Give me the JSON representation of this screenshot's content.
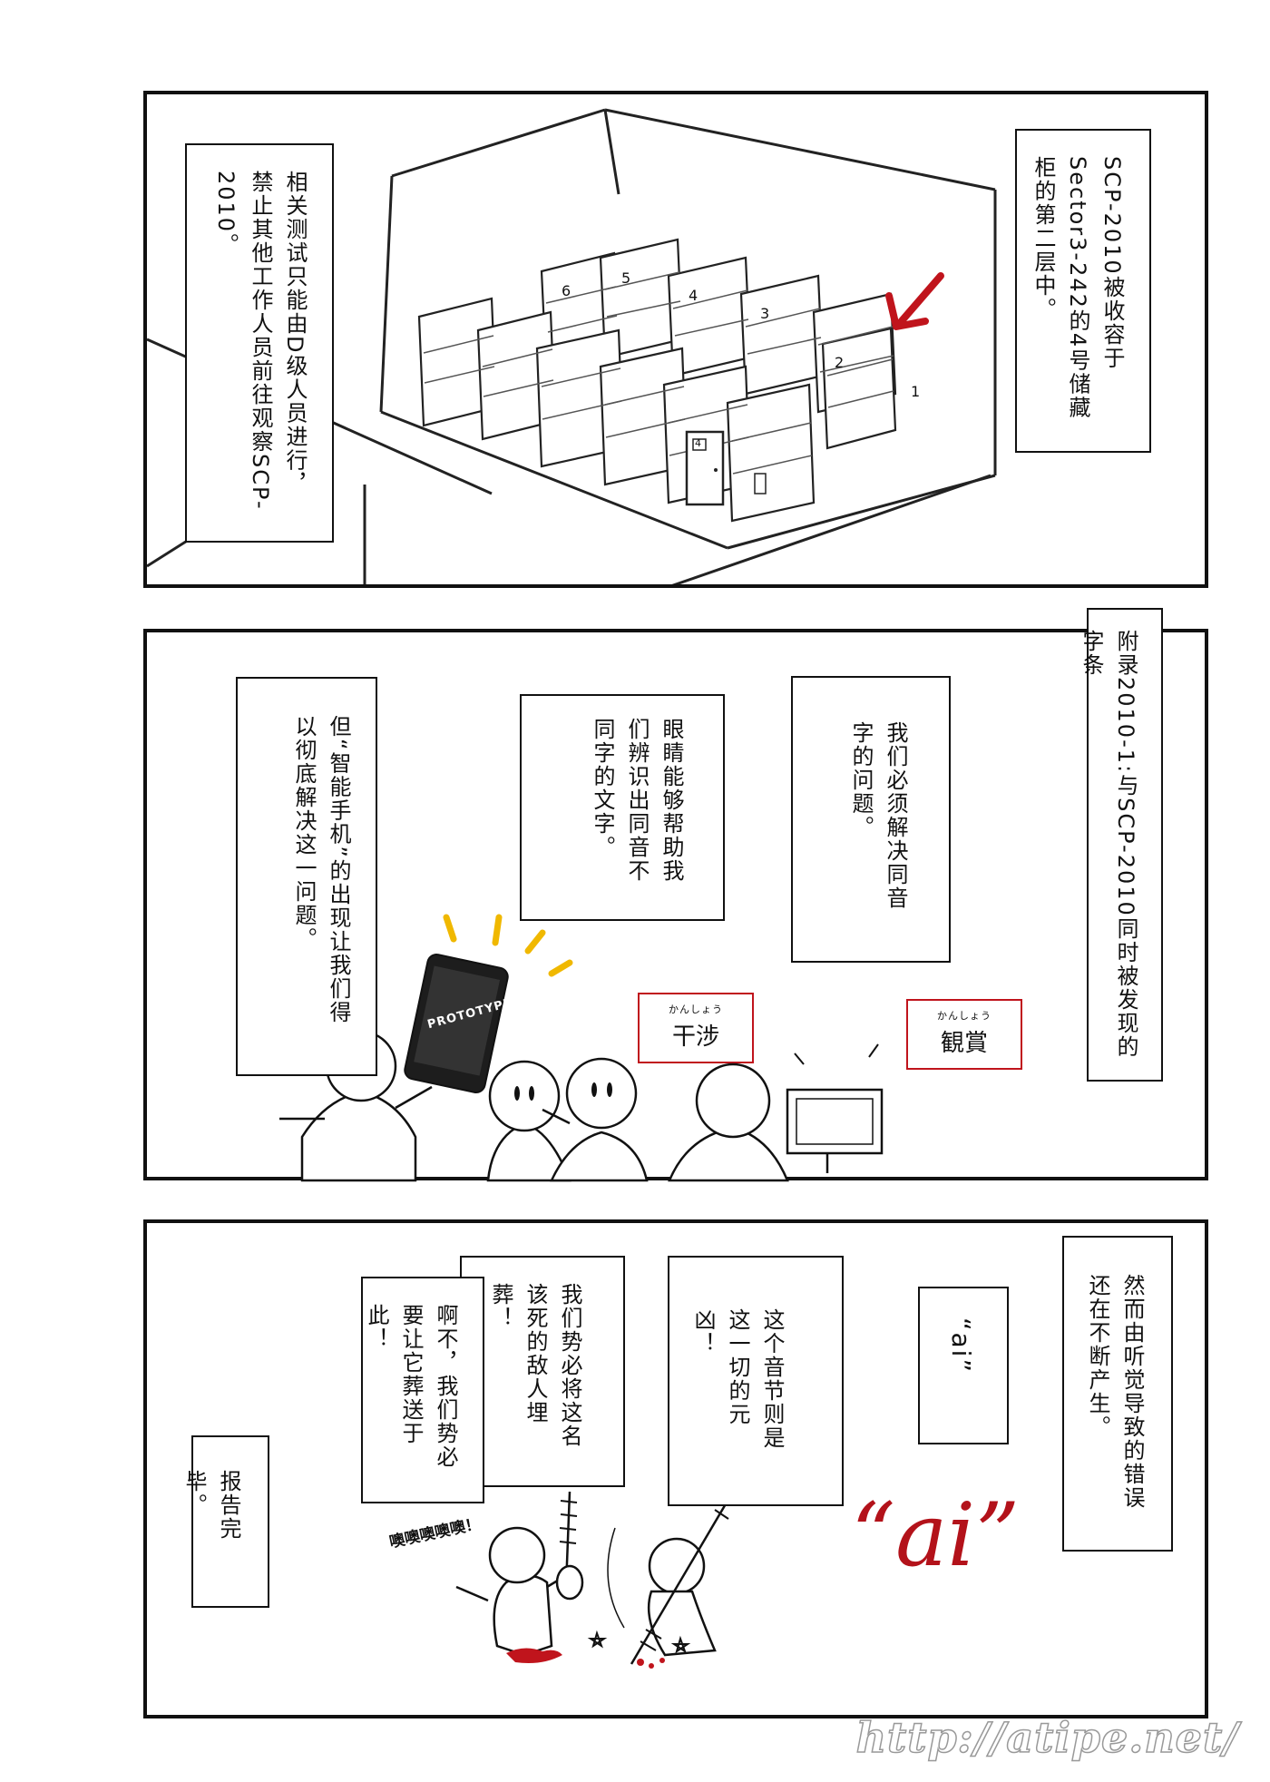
{
  "panel1": {
    "caption_right": "SCP-2010被收容于Sector3-242的4号储藏柜的第二层中。",
    "caption_left": "相关测试只能由D级人员进行，禁止其他工作人员前往观察SCP-2010。",
    "shelf_numbers": [
      "6",
      "5",
      "4",
      "3",
      "2",
      "1"
    ],
    "door_number": "4"
  },
  "panel2": {
    "caption_top": "附录2010-1:与SCP-2010同时被发现的字条",
    "bubble_1": "我们必须解决同音字的问题。",
    "bubble_2": "眼睛能够帮助我们辨识出同音不同字的文字。",
    "bubble_3": "但“智能手机”的出现让我们得以彻底解决这一问题。",
    "label_1_ruby": "かんしょう",
    "label_1_word": "干涉",
    "label_2_ruby": "かんしょう",
    "label_2_word": "観賞",
    "phone_text": "PROTOTYPE"
  },
  "panel3": {
    "caption_top": "然而由听觉导致的错误还在不断产生。",
    "quote_box": "“ai”",
    "bubble_1": "这个音节则是这一切的元凶！",
    "bubble_2": "我们势必将这名该死的敌人埋葬！",
    "bubble_3": "啊不，我们势必要让它葬送于此！",
    "caption_end": "报告完毕。",
    "sfx": "噢噢噢噢噢！",
    "shout": "“ai”"
  },
  "watermark": "http://atipe.net/"
}
